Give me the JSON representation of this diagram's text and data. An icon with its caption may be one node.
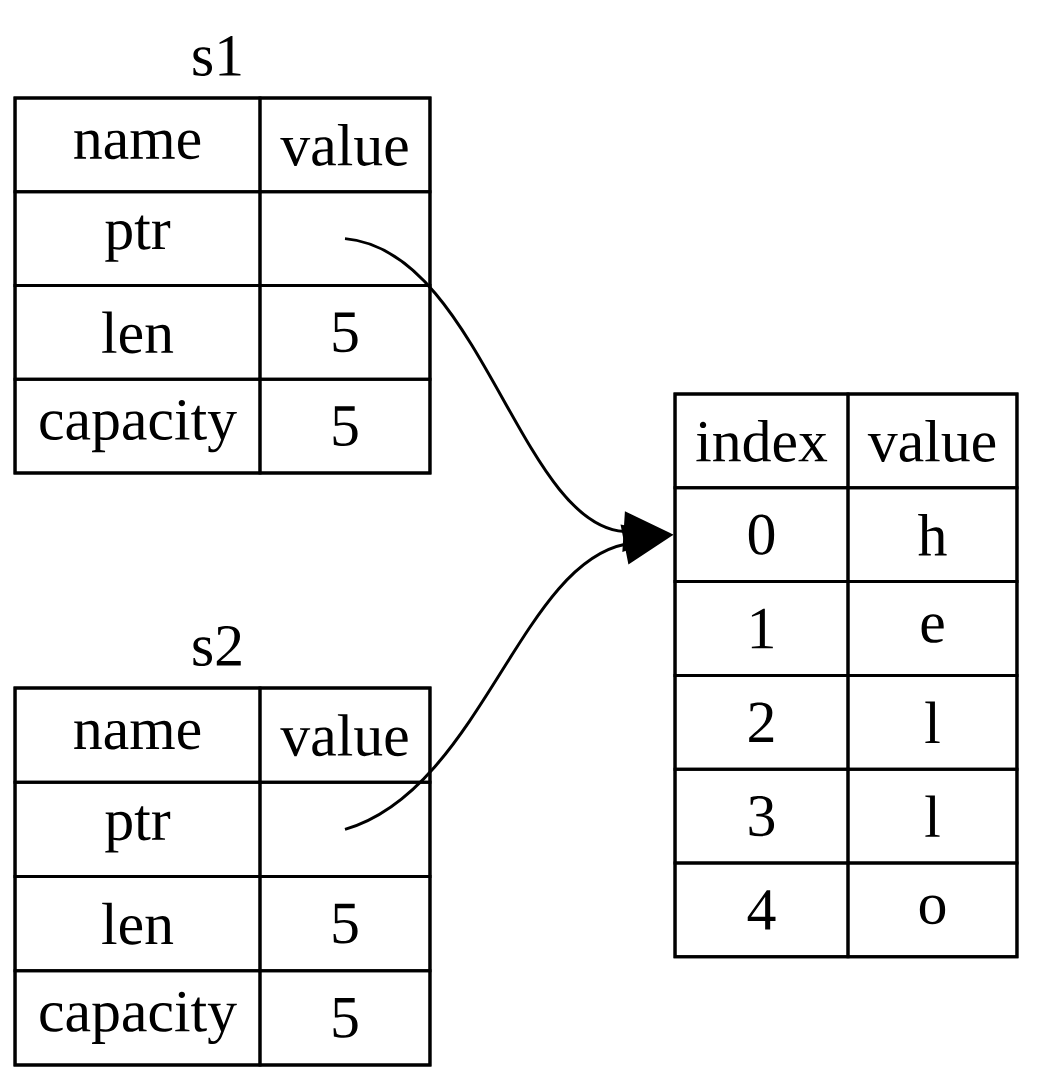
{
  "diagram": {
    "nodes": [
      {
        "text": [
          "s1"
        ]
      },
      {
        "text": [
          "name"
        ],
        "in": 0
      },
      {
        "text": [
          "value"
        ],
        "in": 0
      },
      {
        "text": [
          "ptr"
        ],
        "in": 0
      },
      {
        "text": [],
        "shape": "box",
        "in": 0
      },
      {
        "text": [
          "len"
        ],
        "in": 0
      },
      {
        "text": [
          "5"
        ],
        "in": 0
      },
      {
        "text": [
          "capacity"
        ],
        "in": 0
      },
      {
        "text": [
          "5"
        ],
        "in": 0
      },
      {
        "text": [
          "s2"
        ]
      },
      {
        "text": [
          "name"
        ],
        "in": 9
      },
      {
        "text": [
          "value"
        ],
        "in": 9
      },
      {
        "text": [
          "ptr"
        ],
        "in": 9
      },
      {
        "text": [],
        "shape": "box",
        "in": 9
      },
      {
        "text": [
          "len"
        ],
        "in": 9
      },
      {
        "text": [
          "5"
        ],
        "in": 9
      },
      {
        "text": [
          "capacity"
        ],
        "in": 9
      },
      {
        "text": [
          "5"
        ],
        "in": 9
      },
      {
        "text": [],
        "shape": "box"
      },
      {
        "text": [
          "index"
        ],
        "in": 18
      },
      {
        "text": [
          "value"
        ],
        "in": 18
      },
      {
        "text": [
          "0"
        ],
        "in": 18
      },
      {
        "text": [
          "h"
        ],
        "in": 18
      },
      {
        "text": [
          "1"
        ],
        "in": 18
      },
      {
        "text": [
          "e"
        ],
        "in": 18
      },
      {
        "text": [
          "2"
        ],
        "in": 18
      },
      {
        "text": [
          "l"
        ],
        "in": 18
      },
      {
        "text": [
          "3"
        ],
        "in": 18
      },
      {
        "text": [
          "l"
        ],
        "in": 18
      },
      {
        "text": [
          "4"
        ],
        "in": 18
      },
      {
        "text": [
          "o"
        ],
        "in": 18
      }
    ],
    "edges": [
      {
        "from": 4,
        "to": 21,
        "arrow": "to"
      },
      {
        "from": 13,
        "to": 21,
        "arrow": "to"
      }
    ]
  }
}
